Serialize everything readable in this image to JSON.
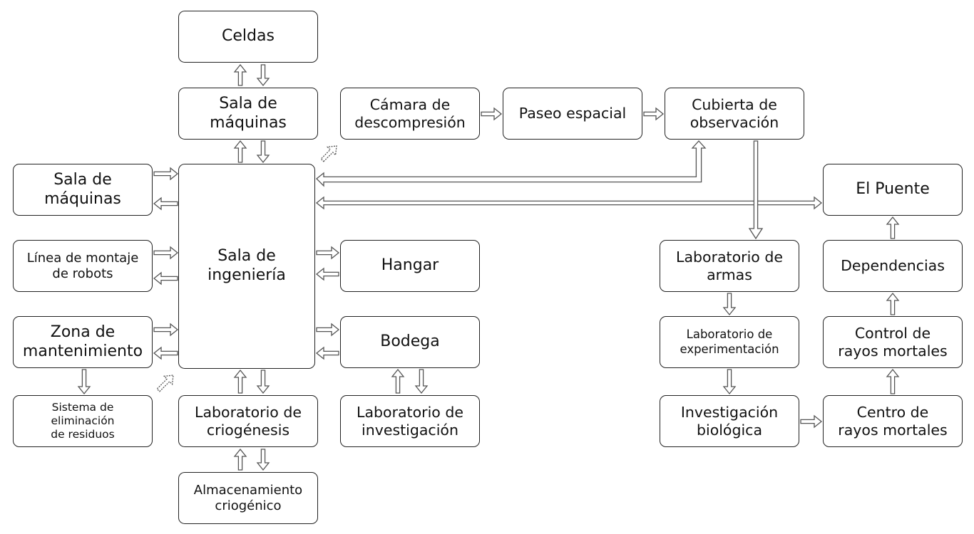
{
  "nodes": {
    "celdas": "Celdas",
    "sala_maquinas_top": "Sala de\nmáquinas",
    "sala_maquinas_left": "Sala de\nmáquinas",
    "linea_montaje": "Línea de montaje\nde robots",
    "zona_mantenimiento": "Zona de\nmantenimiento",
    "sistema_eliminacion": "Sistema de\neliminación\nde residuos",
    "sala_ingenieria": "Sala de\ningeniería",
    "lab_criogenesis": "Laboratorio de\ncriogénesis",
    "almacenamiento": "Almacenamiento\ncriogénico",
    "hangar": "Hangar",
    "bodega": "Bodega",
    "lab_investigacion": "Laboratorio de\ninvestigación",
    "camara": "Cámara de\ndescompresión",
    "paseo": "Paseo espacial",
    "cubierta": "Cubierta de\nobservación",
    "lab_armas": "Laboratorio de\narmas",
    "lab_experimentacion": "Laboratorio de\nexperimentación",
    "investigacion_biologica": "Investigación\nbiológica",
    "el_puente": "El Puente",
    "dependencias": "Dependencias",
    "control_rayos": "Control de\nrayos mortales",
    "centro_rayos": "Centro de\nrayos mortales"
  }
}
